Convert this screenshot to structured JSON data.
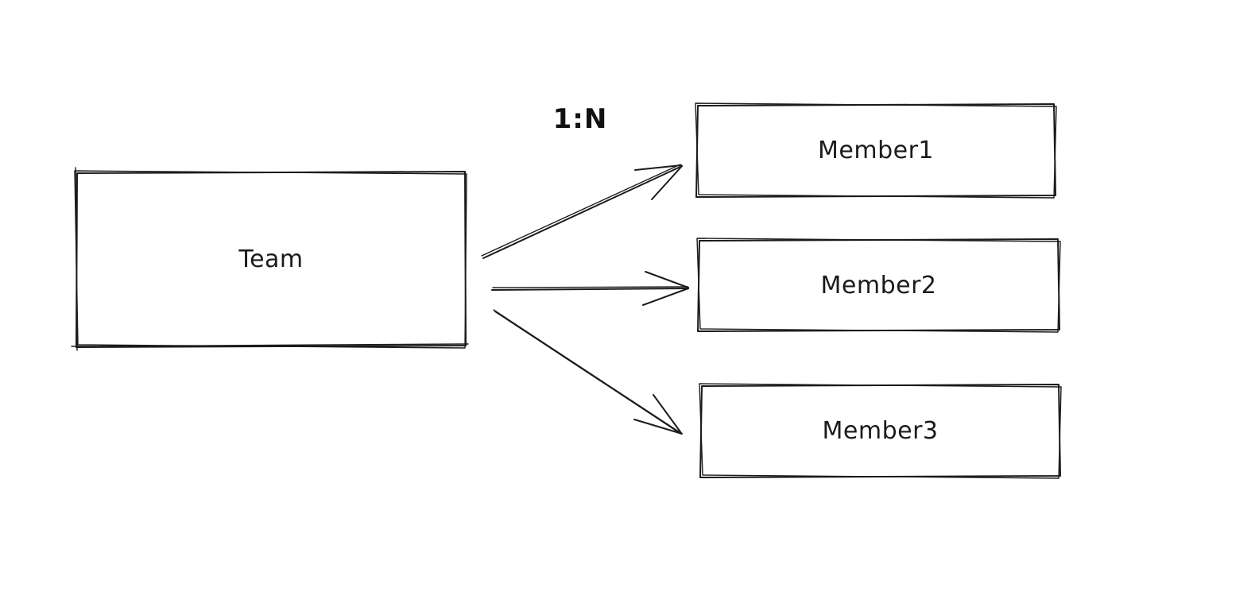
{
  "diagram": {
    "background_color": "#ffffff",
    "stroke_color": "#1b1b1b",
    "style": "hand-drawn-sketch",
    "nodes": [
      {
        "id": "team",
        "label": "Team"
      },
      {
        "id": "member1",
        "label": "Member1"
      },
      {
        "id": "member2",
        "label": "Member2"
      },
      {
        "id": "member3",
        "label": "Member3"
      }
    ],
    "edges": [
      {
        "from": "Team",
        "to": "Member1",
        "label": "1:N",
        "type": "arrow"
      },
      {
        "from": "Team",
        "to": "Member2",
        "label": "",
        "type": "arrow"
      },
      {
        "from": "Team",
        "to": "Member3",
        "label": "",
        "type": "arrow"
      }
    ]
  }
}
